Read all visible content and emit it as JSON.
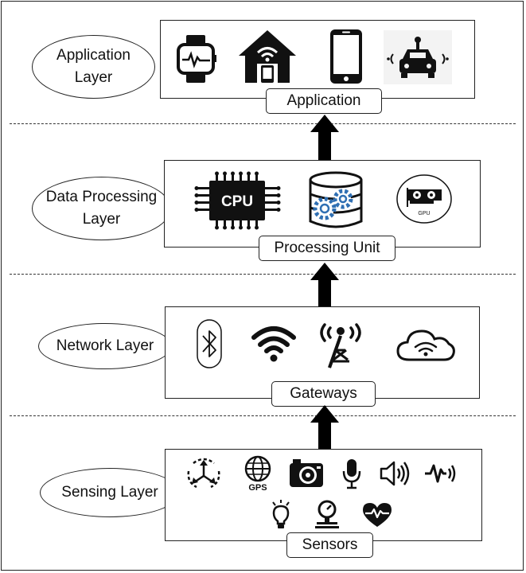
{
  "layers": {
    "application": {
      "label_line1": "Application",
      "label_line2": "Layer",
      "tag": "Application",
      "icons": [
        "smartwatch-icon",
        "smart-home-icon",
        "smartphone-icon",
        "connected-car-icon"
      ]
    },
    "processing": {
      "label_line1": "Data Processing",
      "label_line2": "Layer",
      "tag": "Processing Unit",
      "cpu_text": "CPU",
      "gpu_text": "GPU",
      "icons": [
        "cpu-icon",
        "database-gears-icon",
        "gpu-icon"
      ]
    },
    "network": {
      "label": "Network Layer",
      "tag": "Gateways",
      "icons": [
        "bluetooth-icon",
        "wifi-icon",
        "cell-tower-icon",
        "cloud-wifi-icon"
      ]
    },
    "sensing": {
      "label": "Sensing Layer",
      "tag": "Sensors",
      "gps_text": "GPS",
      "icons": [
        "gyroscope-icon",
        "gps-globe-icon",
        "camera-icon",
        "microphone-icon",
        "speaker-icon",
        "vibration-icon",
        "light-bulb-icon",
        "pressure-sensor-icon",
        "heart-rate-icon"
      ]
    }
  },
  "colors": {
    "stroke": "#222222",
    "icon": "#111111",
    "db_accent": "#2f6fb3"
  }
}
